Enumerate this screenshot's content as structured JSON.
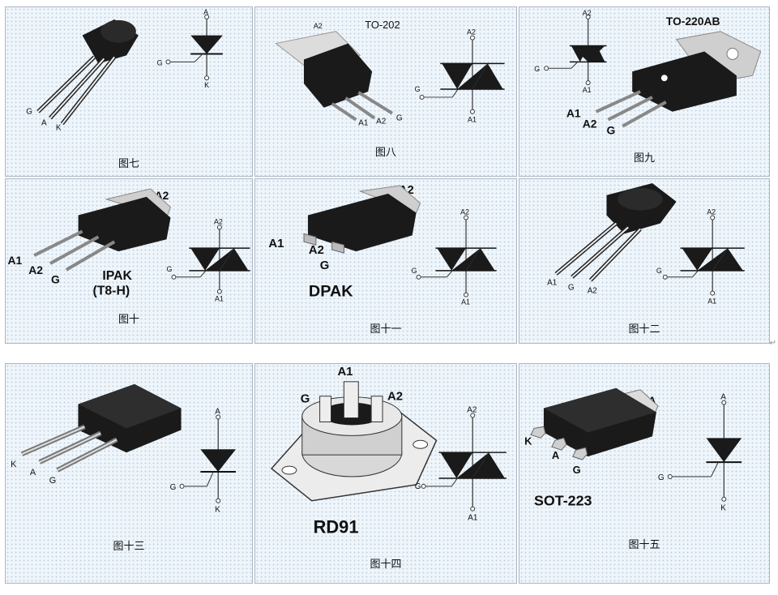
{
  "cells": [
    {
      "caption": "图七",
      "pins": [
        "G",
        "A",
        "K"
      ],
      "symbol_pins": [
        "A",
        "G",
        "K"
      ]
    },
    {
      "caption": "图八",
      "package": "TO-202",
      "pins": [
        "A2",
        "A1",
        "A2",
        "G"
      ],
      "symbol_pins": [
        "A2",
        "G",
        "A1"
      ]
    },
    {
      "caption": "图九",
      "package": "TO-220AB",
      "pins": [
        "A1",
        "A2",
        "G"
      ],
      "symbol_pins": [
        "A2",
        "G",
        "A1"
      ]
    },
    {
      "caption": "图十",
      "package": "IPAK",
      "package2": "(T8-H)",
      "pins": [
        "A2",
        "A1",
        "A2",
        "G"
      ],
      "symbol_pins": [
        "A2",
        "G",
        "A1"
      ]
    },
    {
      "caption": "图十一",
      "package": "DPAK",
      "pins": [
        "A2",
        "A1",
        "A2",
        "G"
      ],
      "symbol_pins": [
        "A2",
        "G",
        "A1"
      ]
    },
    {
      "caption": "图十二",
      "pins": [
        "A1",
        "G",
        "A2"
      ],
      "symbol_pins": [
        "A2",
        "G",
        "A1"
      ]
    },
    {
      "caption": "图十三",
      "pins": [
        "K",
        "A",
        "G"
      ],
      "symbol_pins": [
        "A",
        "G",
        "K"
      ]
    },
    {
      "caption": "图十四",
      "package": "RD91",
      "pins": [
        "A1",
        "G",
        "A2"
      ],
      "symbol_pins": [
        "A2",
        "G",
        "A1"
      ]
    },
    {
      "caption": "图十五",
      "package": "SOT-223",
      "pins": [
        "A",
        "K",
        "A",
        "G"
      ],
      "symbol_pins": [
        "A",
        "G",
        "K"
      ]
    }
  ],
  "side_mark": "↵"
}
